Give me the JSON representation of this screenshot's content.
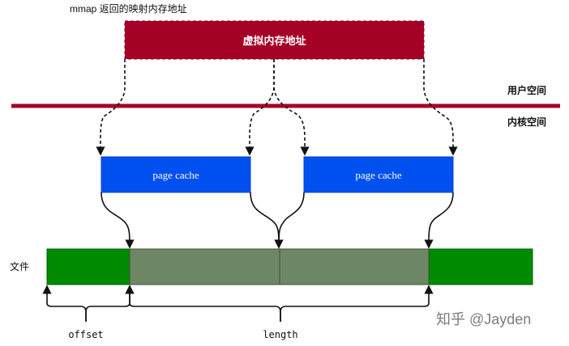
{
  "diagram": {
    "top_note": "mmap 返回的映射内存地址",
    "virtual_block_label": "虚拟内存地址",
    "user_space_label": "用户空间",
    "kernel_space_label": "内核空间",
    "page_cache_left_label": "page cache",
    "page_cache_right_label": "page cache",
    "file_label": "文件",
    "offset_label": "offset",
    "length_label": "length",
    "watermark": "知乎 @Jayden"
  },
  "colors": {
    "virtual_block": "#a50026",
    "divider": "#a50026",
    "page_cache": "#0050ef",
    "file_outer": "#008a00",
    "file_mapped": "#6d8764",
    "border_dark": "#1f1f1f",
    "line": "#111111",
    "text": "#111111",
    "white_text": "#ffffff",
    "watermark": "#666666"
  }
}
